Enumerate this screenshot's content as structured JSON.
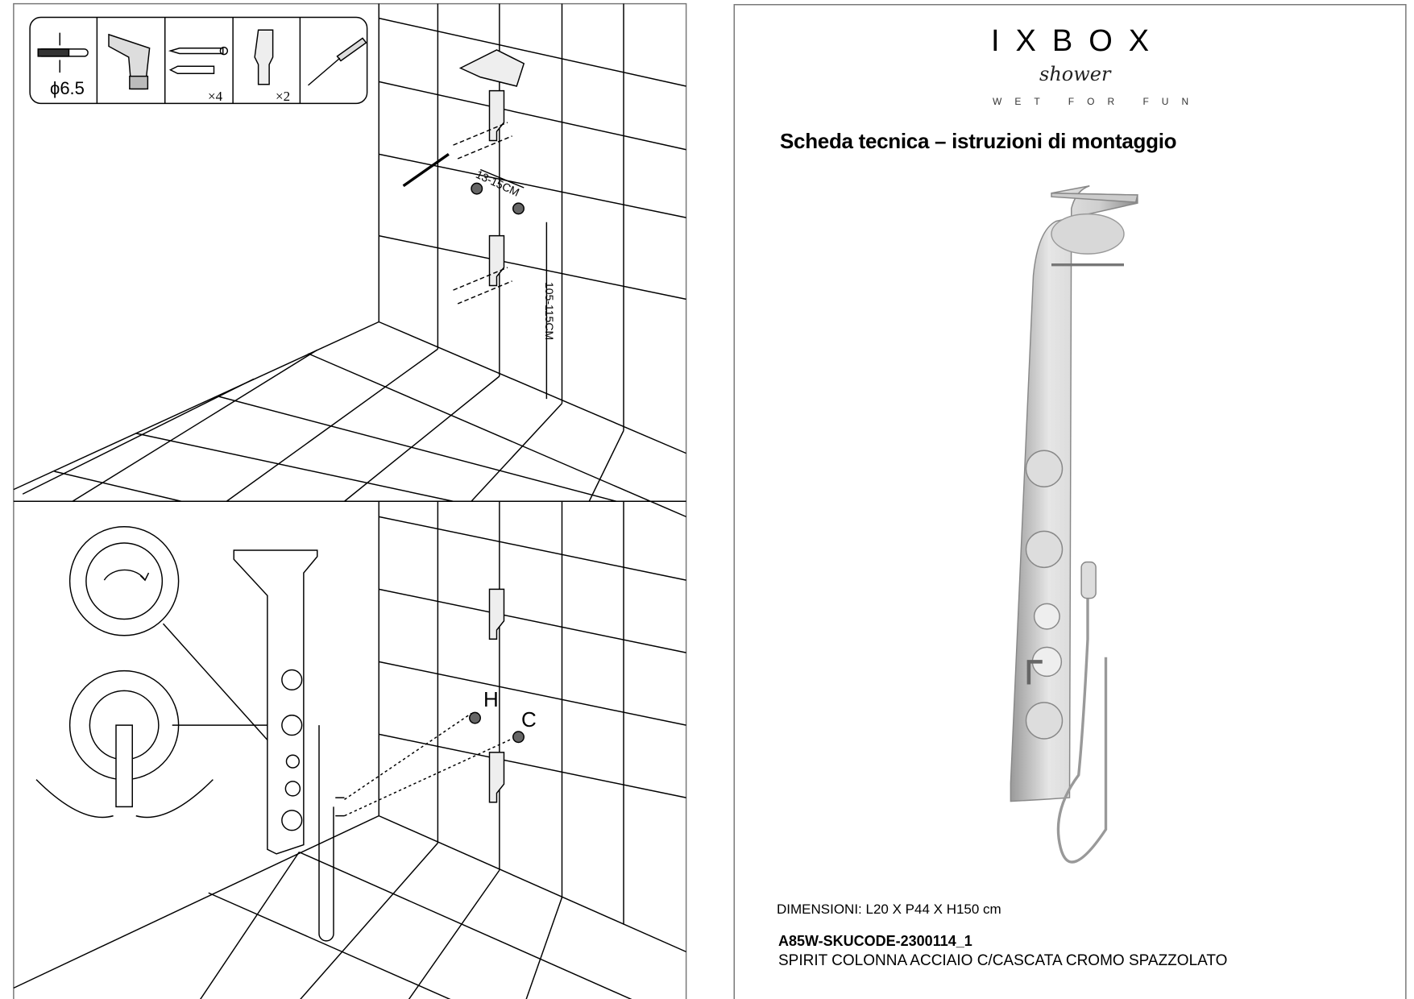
{
  "left_page": {
    "tools": {
      "drill_bit_diameter": "ϕ6.5",
      "screw_anchor_qty": "×4",
      "bracket_qty": "×2",
      "items": [
        "drill-bit-icon",
        "drill-icon",
        "screw-anchor-icon",
        "bracket-icon",
        "screwdriver-icon"
      ]
    },
    "dimensions": {
      "bracket_spacing": "13-15CM",
      "height_range": "105-115CM"
    },
    "connections": {
      "hot": "H",
      "cold": "C"
    }
  },
  "right_page": {
    "logo": {
      "brand": "IXBOX",
      "script": "shower",
      "tagline": "WET FOR FUN"
    },
    "title": "Scheda tecnica – istruzioni di montaggio",
    "dimensions": "DIMENSIONI: L20 X P44 X H150 cm",
    "sku": "A85W-SKUCODE-2300114_1",
    "description": "SPIRIT COLONNA ACCIAIO C/CASCATA CROMO SPAZZOLATO"
  }
}
